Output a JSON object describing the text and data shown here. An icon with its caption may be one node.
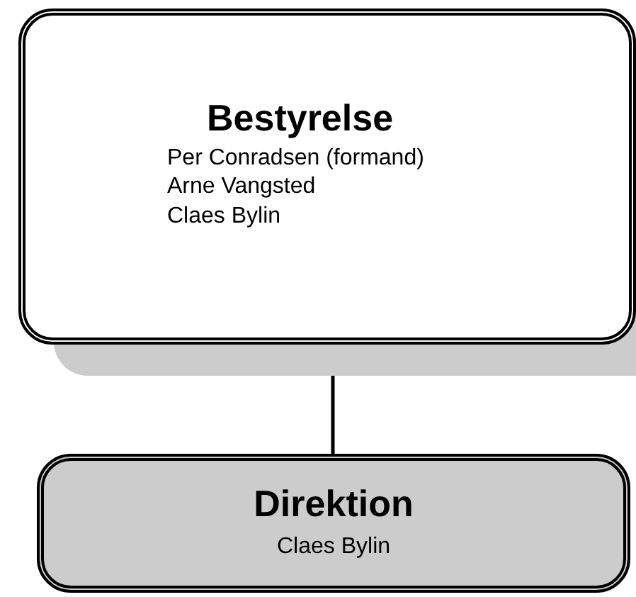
{
  "diagram": {
    "nodes": [
      {
        "text": [
          "Bestyrelse",
          "Per Conradsen (formand)",
          "Arne Vangsted",
          "Claes Bylin"
        ]
      },
      {
        "text": [
          "Direktion",
          "Claes Bylin"
        ]
      }
    ],
    "edges": [
      {
        "from": 0,
        "to": 1,
        "arrow": "none"
      }
    ]
  }
}
